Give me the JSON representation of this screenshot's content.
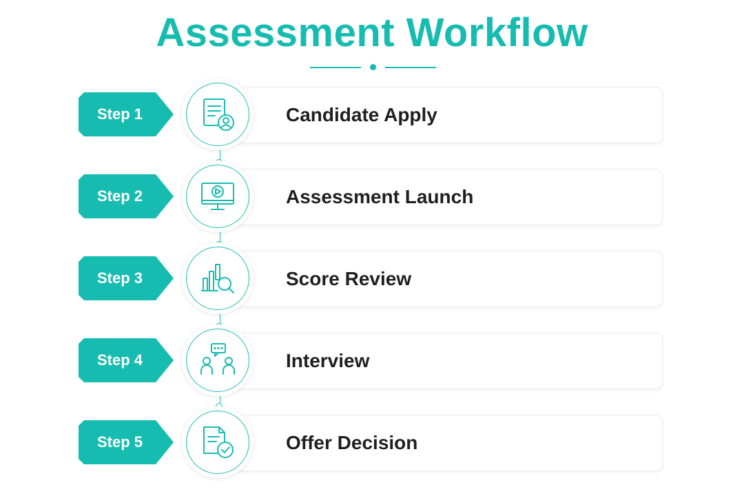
{
  "title": "Assessment Workflow",
  "accent_color": "#17bcb0",
  "steps": [
    {
      "badge": "Step 1",
      "label": "Candidate Apply",
      "icon": "document-user-icon"
    },
    {
      "badge": "Step 2",
      "label": "Assessment Launch",
      "icon": "monitor-play-icon"
    },
    {
      "badge": "Step 3",
      "label": "Score Review",
      "icon": "chart-magnifier-icon"
    },
    {
      "badge": "Step 4",
      "label": "Interview",
      "icon": "people-chat-icon"
    },
    {
      "badge": "Step 5",
      "label": "Offer Decision",
      "icon": "document-check-icon"
    }
  ]
}
